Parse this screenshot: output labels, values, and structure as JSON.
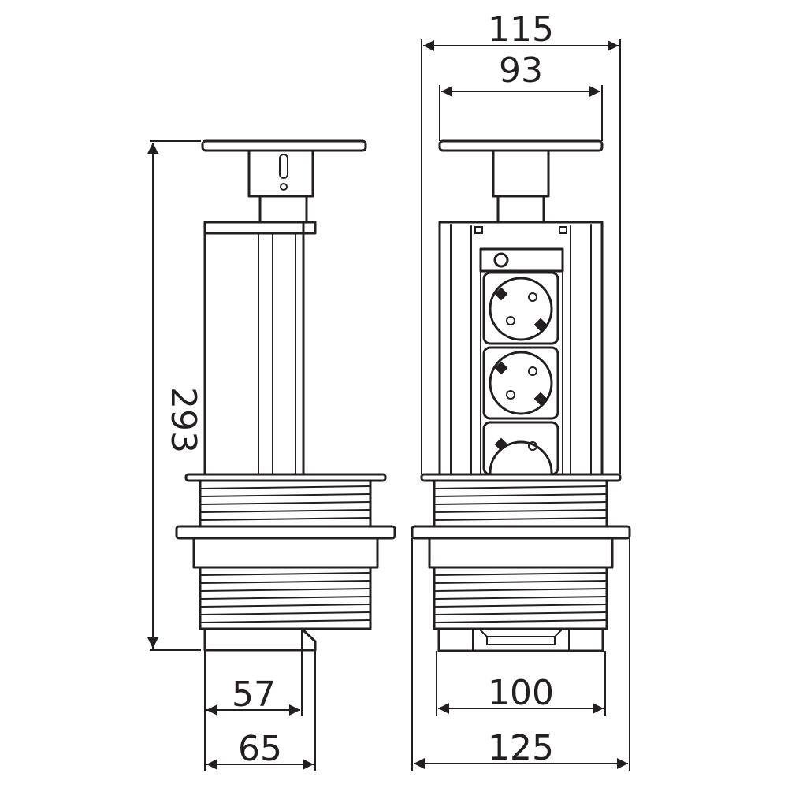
{
  "dimensions": {
    "top_outer": "115",
    "top_inner": "93",
    "height": "293",
    "side_bottom_inner": "57",
    "side_bottom_outer": "65",
    "front_bottom_inner": "100",
    "front_bottom_outer": "125"
  },
  "colors": {
    "line": "#231f20",
    "background": "#ffffff"
  }
}
